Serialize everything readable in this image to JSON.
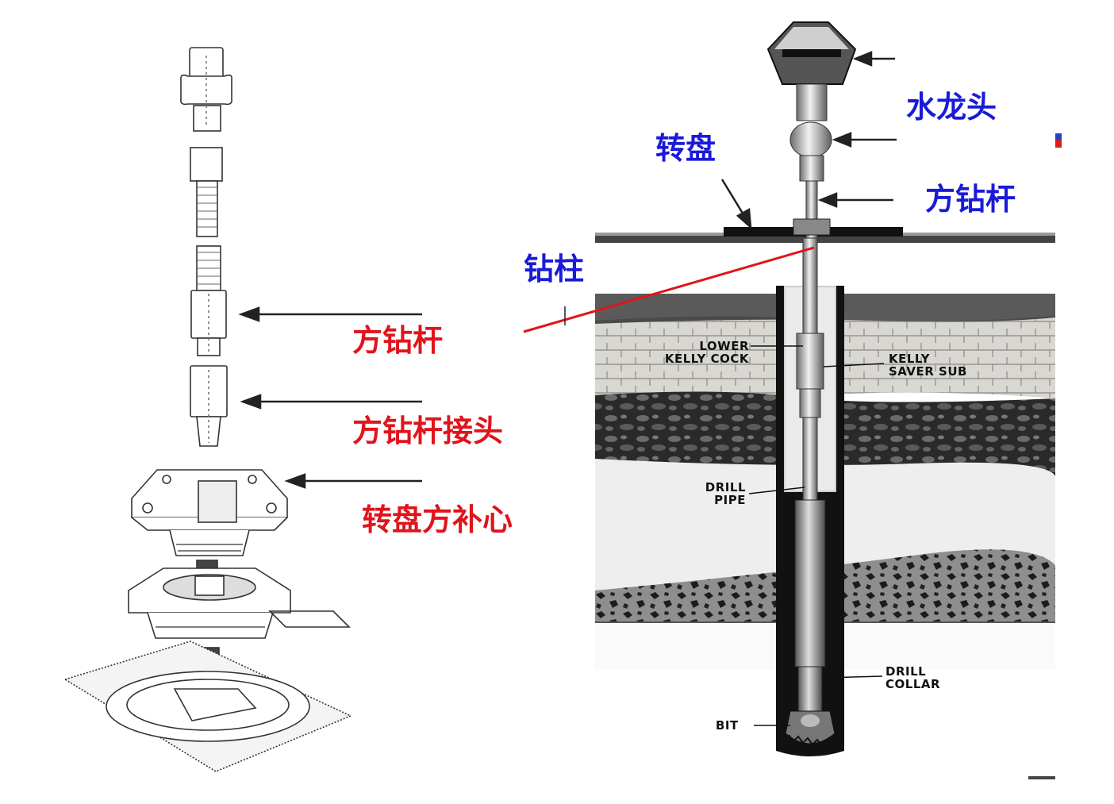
{
  "left_labels": {
    "kelly": "方钻杆",
    "kelly_sub": "方钻杆接头",
    "kelly_bushing": "转盘方补心"
  },
  "right_labels": {
    "swivel": "水龙头",
    "rotary_table": "转盘",
    "kelly": "方钻杆",
    "drill_string": "钻柱"
  },
  "tech_labels": {
    "lower_kelly_cock": "LOWER\nKELLY COCK",
    "kelly_saver_sub": "KELLY\nSAVER SUB",
    "drill_pipe": "DRILL\nPIPE",
    "drill_collar": "DRILL\nCOLLAR",
    "bit": "BIT"
  },
  "colors": {
    "red_text": "#e0141c",
    "blue_text": "#1a1ad8",
    "pointer_line": "#e0141c",
    "arrow": "#222222"
  }
}
